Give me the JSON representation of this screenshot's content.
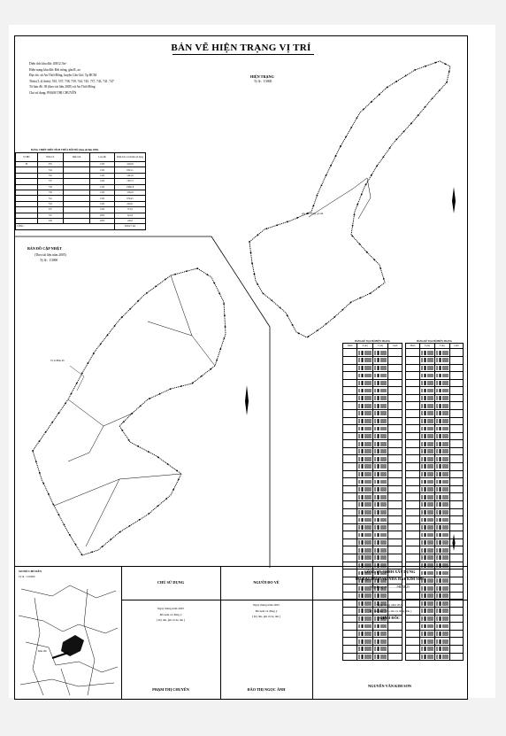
{
  "document": {
    "title": "BẢN VẼ HIỆN TRẠNG VỊ TRÍ",
    "info_lines": [
      "Diện tích khu đất: 45812,7m²",
      "Hiện trạng khu đất: Đất trống, gần R, ao",
      "Địa chỉ: xã An Thới Đông, huyện Cần Giờ, Tp.HCM",
      "Thửa (L.đ, thửa): 535, 537, 738, 739, 744, 745, 737, 743, 741, 747",
      "Tờ bản đồ: 38 (theo tài liệu 2005) xã An Thới Đông",
      "Chủ sử dụng: PHẠM THỊ CHUYÊN"
    ]
  },
  "hien_trang": {
    "title": "HIỆN TRẠNG",
    "scale": "Tỷ lệ : 1/3000",
    "label": "An, đất trống, gò nh"
  },
  "cap_nhat": {
    "title": "BẢN ĐỒ CẬP NHẬT",
    "subtitle": "(Theo tài liệu năm 2005)",
    "scale": "Tỷ lệ : 1/3000",
    "label": "Vị trí Bản đồ"
  },
  "area_table": {
    "title": "BẢNG CHIẾT DIỆN TÍCH THỬA ĐẤT ĐỒ (theo tài liệu 2005)",
    "headers": [
      "Tờ BĐ",
      "Thửa CS",
      "Diện tích",
      "Loại đất",
      "Diện tích có kê khai sử dụng"
    ],
    "sheet_no": "38",
    "rows": [
      [
        "535",
        "CLN",
        "4102,6"
      ],
      [
        "744",
        "CLN",
        "6321,1"
      ],
      [
        "745",
        "CLN",
        "5241,8"
      ],
      [
        "737",
        "CLN",
        "7437,3"
      ],
      [
        "738",
        "CLN",
        "13091,8"
      ],
      [
        "739",
        "CLN",
        "3162,9"
      ],
      [
        "741",
        "CLN",
        "6744,5"
      ],
      [
        "743",
        "CLN",
        "2219,1"
      ],
      [
        "537",
        "CLN",
        "571,0"
      ],
      [
        "747",
        "ONT",
        "621,8"
      ],
      [
        "536",
        "ONT",
        "242,0"
      ]
    ],
    "total_label": "CỘNG :",
    "total_value": "45812,7 m2"
  },
  "coord_table_1": {
    "title": "BẢNG KÊ TỌA ĐỘ HIỆN TRẠNG",
    "headers": [
      "Điểm",
      "X (m)",
      "Y (m)",
      "Cạnh"
    ]
  },
  "coord_table_2": {
    "title": "BẢNG KÊ TỌA ĐỘ HIỆN TRẠNG",
    "headers": [
      "Điểm",
      "X (m)",
      "Y (m)",
      "Cạnh"
    ]
  },
  "location_map": {
    "title": "SƠ ĐỒ CHỈ DẪN",
    "scale": "Tỷ lệ : 1/10000",
    "label": "Khu đất"
  },
  "signatures": {
    "owner": {
      "title": "CHỦ SỬ DỤNG",
      "date": "Ngày        tháng        năm 2025",
      "note1": "Đã xem và đồng ý",
      "note2": "( Ký tên, ghi rõ họ tên )",
      "name": "PHẠM THỊ CHUYÊN"
    },
    "surveyor": {
      "title": "NGƯỜI ĐO VẼ",
      "date": "Ngày        tháng        năm 2025",
      "note1": "Đã xem và đồng ý",
      "note2": "( Ký tên, ghi rõ họ tên )",
      "name": "ĐÀO THỊ NGỌC ÁNH"
    },
    "company": {
      "line1": "CÔNG TY TNHH XÂY DỰNG",
      "line2": "ĐO ĐẠC DỊCH VỤ NHÀ ĐẤT KIM SƠN",
      "contract": "Hợp đồng số: .........../HĐ/2025",
      "date": "Ngày        tháng        năm 2025",
      "note": "( Ký tên, ghi rõ họ tên và đóng dấu )",
      "role": "GIÁM ĐỐC",
      "name": "NGUYỄN VĂN KIM SƠN"
    }
  }
}
